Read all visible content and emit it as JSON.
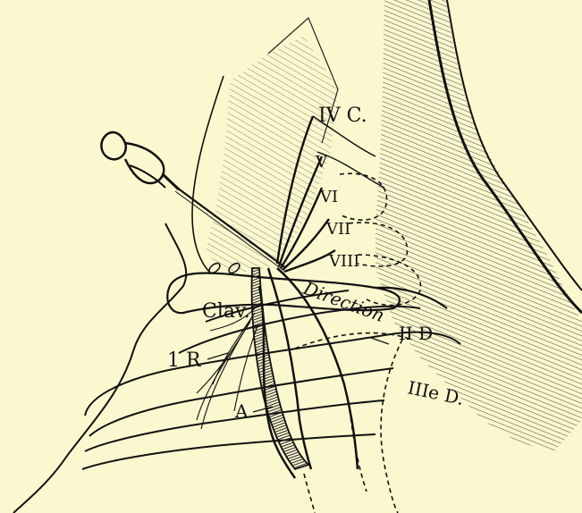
{
  "figure": {
    "labels": {
      "c4": "IV C.",
      "c5": "V",
      "c6": "VI",
      "c7": "VII",
      "c8": "VIII",
      "clav": "Clav.",
      "direction": "Direction",
      "d2": "II D",
      "d3": "IIIe D.",
      "r1": "1 R",
      "a": "A"
    },
    "colors": {
      "paper": "#fbf8cf",
      "ink": "#111111"
    }
  }
}
